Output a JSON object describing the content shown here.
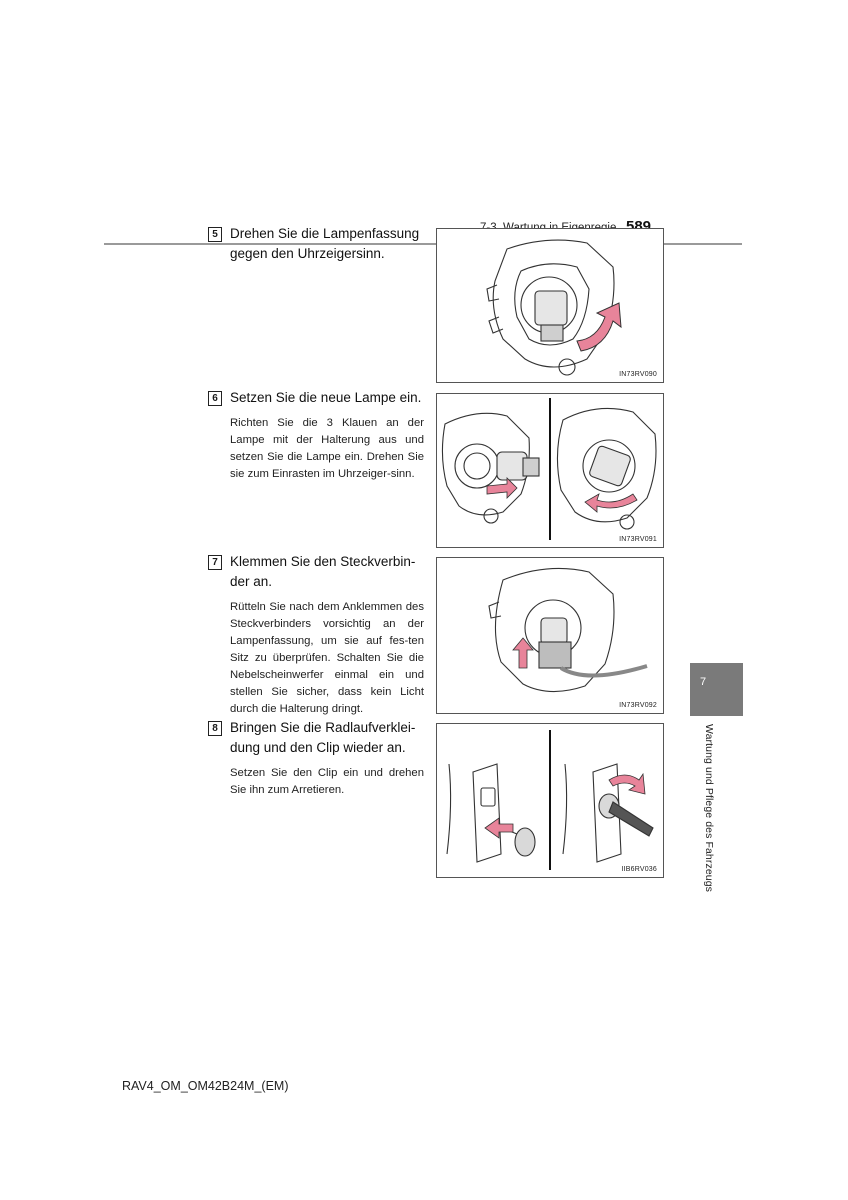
{
  "header": {
    "section": "7-3. Wartung in Eigenregie",
    "page_number": "589"
  },
  "steps": [
    {
      "number": "5",
      "title": "Drehen Sie die Lampenfassung gegen den Uhrzeigersinn.",
      "body": "",
      "figure_code": "IN73RV090"
    },
    {
      "number": "6",
      "title": "Setzen Sie die neue Lampe ein.",
      "body": "Richten Sie die 3 Klauen an der Lampe mit der Halterung aus und setzen Sie die Lampe ein. Drehen Sie sie zum Einrasten im Uhrzeiger-sinn.",
      "figure_code": "IN73RV091"
    },
    {
      "number": "7",
      "title": "Klemmen Sie den Steckverbin-der an.",
      "body": "Rütteln Sie nach dem Anklemmen des Steckverbinders vorsichtig an der Lampenfassung, um sie auf fes-ten Sitz zu überprüfen. Schalten Sie die Nebelscheinwerfer einmal ein und stellen Sie sicher, dass kein Licht durch die Halterung dringt.",
      "figure_code": "IN73RV092"
    },
    {
      "number": "8",
      "title": "Bringen Sie die Radlaufverklei-dung und den Clip wieder an.",
      "body": "Setzen Sie den Clip ein und drehen Sie ihn zum Arretieren.",
      "figure_code": "IIB6RV036"
    }
  ],
  "side_tab": {
    "number": "7",
    "label": "Wartung und Pflege des Fahrzeugs",
    "color": "#7a7a7a"
  },
  "footer": {
    "text": "RAV4_OM_OM42B24M_(EM)"
  },
  "colors": {
    "arrow_pink": "#e8849a",
    "rule_gray": "#9a9a9a"
  }
}
